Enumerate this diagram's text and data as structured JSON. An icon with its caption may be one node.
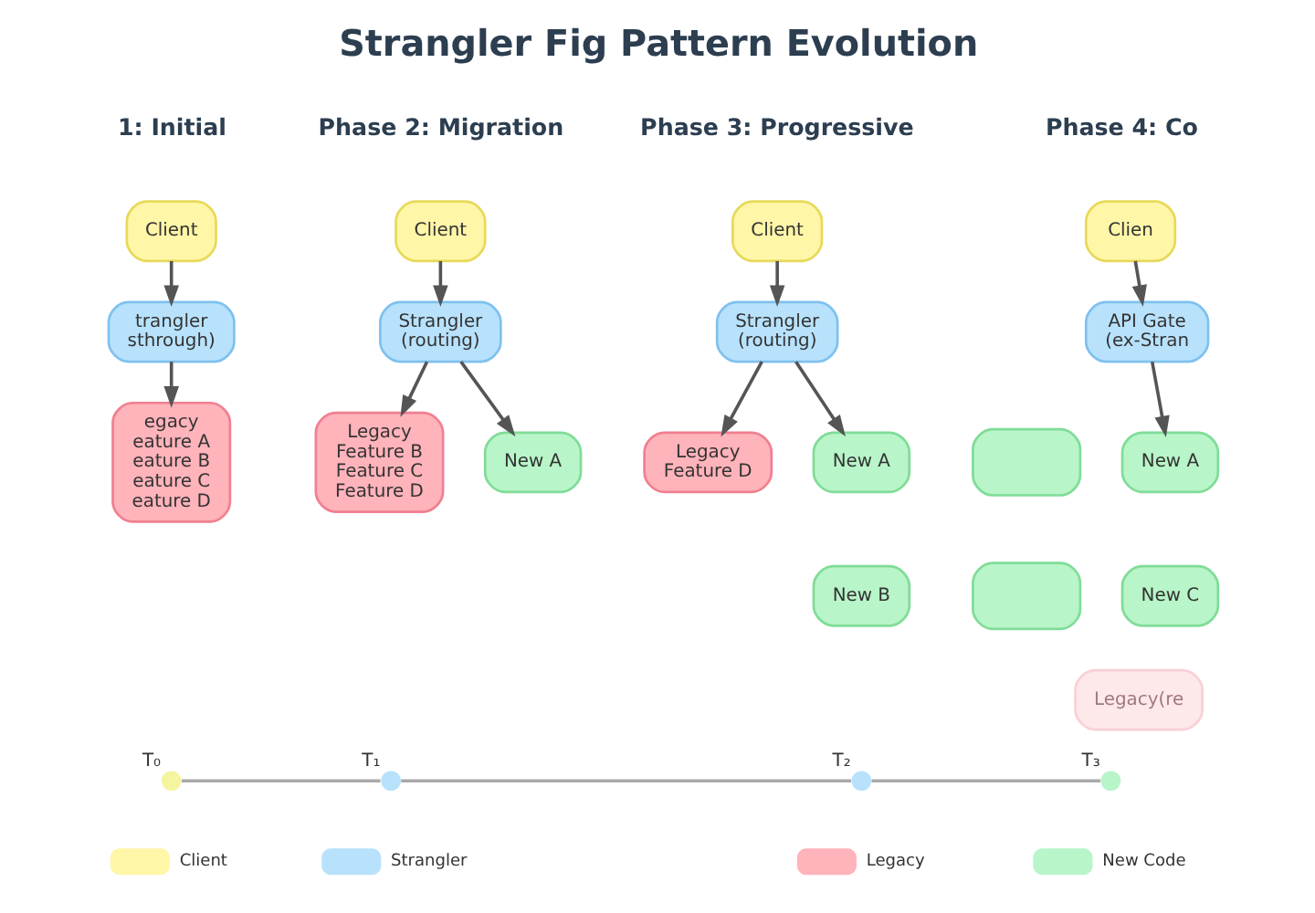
{
  "diagram": {
    "title": "Strangler Fig Pattern Evolution",
    "nodes": [
      {
        "text": [
          "Client"
        ]
      },
      {
        "text": [
          "trangler",
          "sthrough)"
        ]
      },
      {
        "text": [
          "egacy",
          "eature A",
          "eature B",
          "eature C",
          "eature D"
        ]
      },
      {
        "text": [
          "Client"
        ]
      },
      {
        "text": [
          "Strangler",
          "(routing)"
        ]
      },
      {
        "text": [
          "Legacy",
          "Feature B",
          "Feature C",
          "Feature D"
        ]
      },
      {
        "text": [
          "New A"
        ]
      },
      {
        "text": [
          "Client"
        ]
      },
      {
        "text": [
          "Strangler",
          "(routing)"
        ]
      },
      {
        "text": [
          "Legacy",
          "Feature D"
        ]
      },
      {
        "text": [
          "New A"
        ]
      },
      {
        "text": [
          "New B"
        ]
      },
      {
        "text": [
          "Clien"
        ]
      },
      {
        "text": [
          "API Gate",
          "(ex-Stran"
        ]
      },
      {
        "text": [
          "New A"
        ]
      },
      {
        "text": [],
        "shape": "box"
      },
      {
        "text": [
          "New C"
        ]
      },
      {
        "text": [],
        "shape": "box"
      },
      {
        "text": [
          "Legacy(re"
        ]
      },
      {
        "text": [],
        "shape": "circle",
        "beside": [
          "T₀"
        ]
      },
      {
        "text": [],
        "shape": "circle",
        "beside": [
          "T₁"
        ]
      },
      {
        "text": [],
        "shape": "circle",
        "beside": [
          "T₂"
        ]
      },
      {
        "text": [],
        "shape": "circle",
        "beside": [
          "T₃"
        ]
      }
    ],
    "edges": [
      {
        "from": 0,
        "to": 1,
        "arrow": "to"
      },
      {
        "from": 1,
        "to": 2,
        "arrow": "to"
      },
      {
        "from": 3,
        "to": 4,
        "arrow": "to"
      },
      {
        "from": 4,
        "to": 5,
        "arrow": "to"
      },
      {
        "from": 4,
        "to": 6,
        "arrow": "to"
      },
      {
        "from": 7,
        "to": 8,
        "arrow": "to"
      },
      {
        "from": 8,
        "to": 9,
        "arrow": "to"
      },
      {
        "from": 8,
        "to": 10,
        "arrow": "to"
      },
      {
        "from": 12,
        "to": 13,
        "arrow": "to"
      },
      {
        "from": 13,
        "to": 14,
        "arrow": "to"
      },
      {
        "from": 19,
        "to": 20,
        "arrow": "none",
        "color": "#aaaaaa"
      },
      {
        "from": 20,
        "to": 21,
        "arrow": "none",
        "color": "#aaaaaa"
      },
      {
        "from": 21,
        "to": 22,
        "arrow": "none",
        "color": "#aaaaaa"
      }
    ],
    "labels": [
      "1: Initial",
      "Phase 2: Migration",
      "Phase 3: Progressive",
      "Phase 4: Co"
    ],
    "legend": [
      {
        "text": "Client",
        "color": "#fff6a8"
      },
      {
        "text": "Strangler",
        "color": "#b8e2fc"
      },
      {
        "text": "Legacy",
        "color": "#ffb3ba"
      },
      {
        "text": "New Code",
        "color": "#b8f5c8"
      }
    ]
  }
}
